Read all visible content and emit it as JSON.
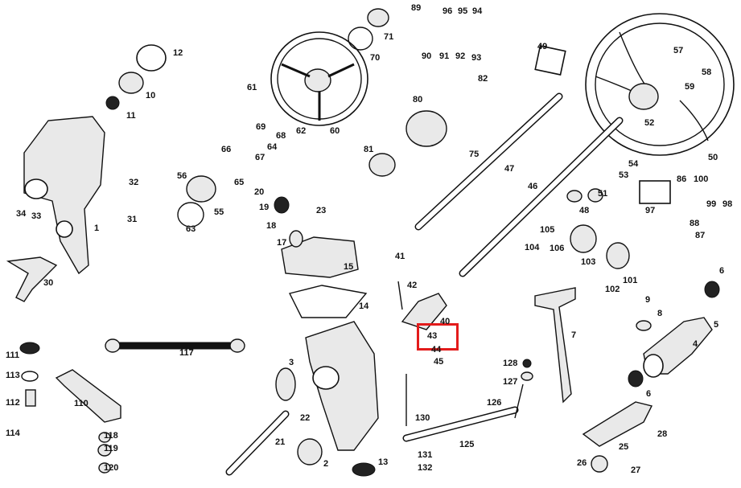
{
  "highlight": {
    "label": "43",
    "color": "#e31b1b"
  },
  "labels": [
    {
      "id": "1",
      "text": "1"
    },
    {
      "id": "2",
      "text": "2"
    },
    {
      "id": "3",
      "text": "3"
    },
    {
      "id": "4",
      "text": "4"
    },
    {
      "id": "5",
      "text": "5"
    },
    {
      "id": "6a",
      "text": "6"
    },
    {
      "id": "6b",
      "text": "6"
    },
    {
      "id": "7",
      "text": "7"
    },
    {
      "id": "8",
      "text": "8"
    },
    {
      "id": "9",
      "text": "9"
    },
    {
      "id": "10",
      "text": "10"
    },
    {
      "id": "11",
      "text": "11"
    },
    {
      "id": "12",
      "text": "12"
    },
    {
      "id": "13",
      "text": "13"
    },
    {
      "id": "14",
      "text": "14"
    },
    {
      "id": "15",
      "text": "15"
    },
    {
      "id": "17",
      "text": "17"
    },
    {
      "id": "18",
      "text": "18"
    },
    {
      "id": "19",
      "text": "19"
    },
    {
      "id": "20",
      "text": "20"
    },
    {
      "id": "21",
      "text": "21"
    },
    {
      "id": "22",
      "text": "22"
    },
    {
      "id": "23",
      "text": "23"
    },
    {
      "id": "25",
      "text": "25"
    },
    {
      "id": "26",
      "text": "26"
    },
    {
      "id": "27",
      "text": "27"
    },
    {
      "id": "28",
      "text": "28"
    },
    {
      "id": "30",
      "text": "30"
    },
    {
      "id": "31",
      "text": "31"
    },
    {
      "id": "32",
      "text": "32"
    },
    {
      "id": "33",
      "text": "33"
    },
    {
      "id": "34",
      "text": "34"
    },
    {
      "id": "40",
      "text": "40"
    },
    {
      "id": "41",
      "text": "41"
    },
    {
      "id": "42",
      "text": "42"
    },
    {
      "id": "43",
      "text": "43"
    },
    {
      "id": "44",
      "text": "44"
    },
    {
      "id": "45",
      "text": "45"
    },
    {
      "id": "46",
      "text": "46"
    },
    {
      "id": "47",
      "text": "47"
    },
    {
      "id": "48",
      "text": "48"
    },
    {
      "id": "49",
      "text": "49"
    },
    {
      "id": "50",
      "text": "50"
    },
    {
      "id": "51",
      "text": "51"
    },
    {
      "id": "52",
      "text": "52"
    },
    {
      "id": "53",
      "text": "53"
    },
    {
      "id": "54",
      "text": "54"
    },
    {
      "id": "55",
      "text": "55"
    },
    {
      "id": "56",
      "text": "56"
    },
    {
      "id": "57",
      "text": "57"
    },
    {
      "id": "58",
      "text": "58"
    },
    {
      "id": "59",
      "text": "59"
    },
    {
      "id": "60",
      "text": "60"
    },
    {
      "id": "61",
      "text": "61"
    },
    {
      "id": "62",
      "text": "62"
    },
    {
      "id": "63",
      "text": "63"
    },
    {
      "id": "64",
      "text": "64"
    },
    {
      "id": "65",
      "text": "65"
    },
    {
      "id": "66",
      "text": "66"
    },
    {
      "id": "67",
      "text": "67"
    },
    {
      "id": "68",
      "text": "68"
    },
    {
      "id": "69",
      "text": "69"
    },
    {
      "id": "70",
      "text": "70"
    },
    {
      "id": "71",
      "text": "71"
    },
    {
      "id": "75",
      "text": "75"
    },
    {
      "id": "80",
      "text": "80"
    },
    {
      "id": "81",
      "text": "81"
    },
    {
      "id": "82",
      "text": "82"
    },
    {
      "id": "86",
      "text": "86"
    },
    {
      "id": "87",
      "text": "87"
    },
    {
      "id": "88",
      "text": "88"
    },
    {
      "id": "89",
      "text": "89"
    },
    {
      "id": "90",
      "text": "90"
    },
    {
      "id": "91",
      "text": "91"
    },
    {
      "id": "92",
      "text": "92"
    },
    {
      "id": "93",
      "text": "93"
    },
    {
      "id": "94",
      "text": "94"
    },
    {
      "id": "95",
      "text": "95"
    },
    {
      "id": "96",
      "text": "96"
    },
    {
      "id": "97",
      "text": "97"
    },
    {
      "id": "98",
      "text": "98"
    },
    {
      "id": "99",
      "text": "99"
    },
    {
      "id": "100",
      "text": "100"
    },
    {
      "id": "101",
      "text": "101"
    },
    {
      "id": "102",
      "text": "102"
    },
    {
      "id": "103",
      "text": "103"
    },
    {
      "id": "104",
      "text": "104"
    },
    {
      "id": "105",
      "text": "105"
    },
    {
      "id": "106",
      "text": "106"
    },
    {
      "id": "110",
      "text": "110"
    },
    {
      "id": "111",
      "text": "111"
    },
    {
      "id": "112",
      "text": "112"
    },
    {
      "id": "113",
      "text": "113"
    },
    {
      "id": "114",
      "text": "114"
    },
    {
      "id": "117",
      "text": "117"
    },
    {
      "id": "118",
      "text": "118"
    },
    {
      "id": "119",
      "text": "119"
    },
    {
      "id": "120",
      "text": "120"
    },
    {
      "id": "125",
      "text": "125"
    },
    {
      "id": "126",
      "text": "126"
    },
    {
      "id": "127",
      "text": "127"
    },
    {
      "id": "128",
      "text": "128"
    },
    {
      "id": "130",
      "text": "130"
    },
    {
      "id": "131",
      "text": "131"
    },
    {
      "id": "132",
      "text": "132"
    }
  ]
}
